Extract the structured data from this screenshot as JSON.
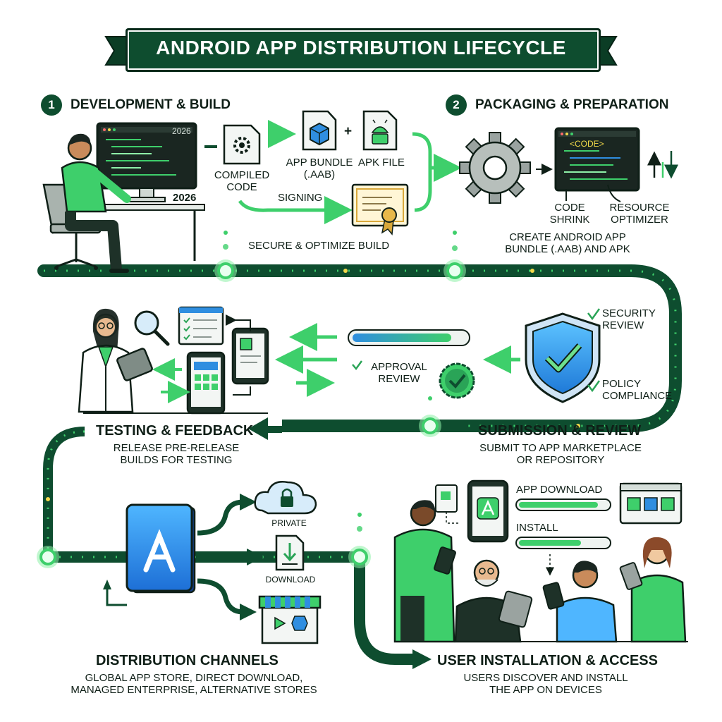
{
  "title": "ANDROID APP DISTRIBUTION LIFECYCLE",
  "colors": {
    "dark_green": "#0e4d2f",
    "green": "#3ecf6b",
    "light_green": "#8ef0a8",
    "blue": "#2f8ee0",
    "ink": "#0f1f17"
  },
  "stage1": {
    "number": "1",
    "title": "DEVELOPMENT & BUILD",
    "monitor_year": "2026",
    "desk_year": "2026",
    "compiled_code": "COMPILED\nCODE",
    "app_bundle": "APP BUNDLE\n(.AAB)",
    "plus": "+",
    "apk_file": "APK FILE",
    "signing": "SIGNING",
    "caption": "SECURE & OPTIMIZE BUILD"
  },
  "stage2": {
    "number": "2",
    "title": "PACKAGING & PREPARATION",
    "code_tag": "<code>",
    "code_shrink": "CODE\nSHRINK",
    "resource_optimizer": "RESOURCE\nOPTIMIZER",
    "caption": "CREATE ANDROID APP\nBUNDLE (.AAB) AND APK"
  },
  "review": {
    "security_review": "SECURITY\nREVIEW",
    "policy_compliance": "POLICY\nCOMPLIANCE",
    "approval_review": "APPROVAL\nREVIEW",
    "title": "SUBMISSION & REVIEW",
    "caption": "SUBMIT TO APP MARKETPLACE\nOR REPOSITORY"
  },
  "testing": {
    "title": "TESTING & FEEDBACK",
    "caption": "RELEASE PRE-RELEASE\nBUILDS FOR TESTING"
  },
  "distribution": {
    "private": "PRIVATE",
    "download": "DOWNLOAD",
    "title": "DISTRIBUTION CHANNELS",
    "caption": "GLOBAL APP STORE, DIRECT DOWNLOAD,\nMANAGED ENTERPRISE, ALTERNATIVE STORES"
  },
  "install": {
    "app_download": "APP DOWNLOAD",
    "install_label": "INSTALL",
    "title": "USER INSTALLATION & ACCESS",
    "caption": "USERS DISCOVER AND INSTALL\nTHE APP ON DEVICES"
  },
  "icons": [
    "developer-person-icon",
    "monitor-icon",
    "desk-chair-icon",
    "gear-document-icon",
    "app-bundle-box-icon",
    "android-file-icon",
    "certificate-icon",
    "gear-icon",
    "code-window-icon",
    "shield-check-icon",
    "check-badge-icon",
    "progress-bar-icon",
    "magnifier-icon",
    "checklist-icon",
    "tablet-icon",
    "phone-icon",
    "tester-person-icon",
    "app-store-icon",
    "cloud-lock-icon",
    "download-file-icon",
    "storefront-icon",
    "user-group-icon",
    "browser-window-icon"
  ]
}
